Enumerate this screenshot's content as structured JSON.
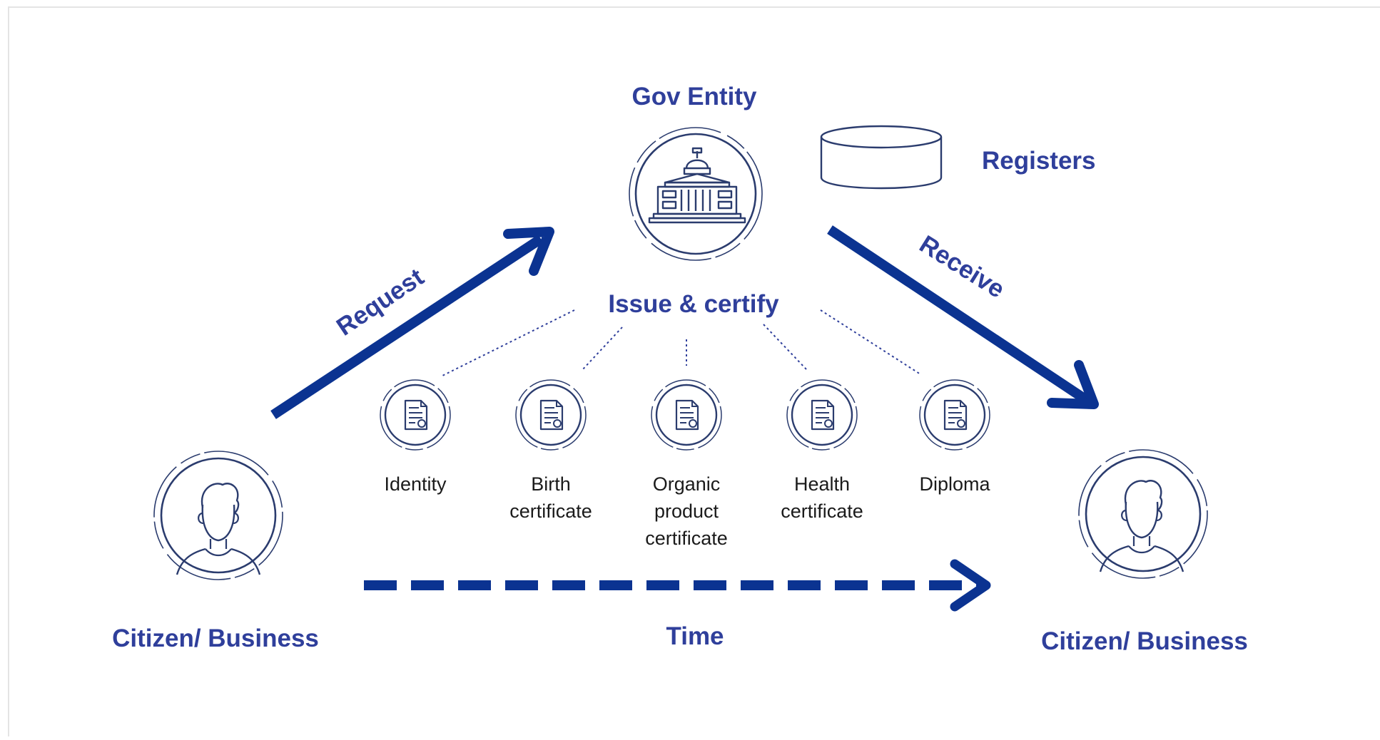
{
  "diagram": {
    "gov_entity": {
      "title": "Gov Entity",
      "icon": "government-building-icon"
    },
    "registers": {
      "label": "Registers",
      "icon": "database-cylinder-icon"
    },
    "issue_label": "Issue & certify",
    "request_label": "Request",
    "receive_label": "Receive",
    "time_label": "Time",
    "citizen_left": {
      "label": "Citizen/ Business",
      "icon": "person-avatar-icon"
    },
    "citizen_right": {
      "label": "Citizen/ Business",
      "icon": "person-avatar-icon"
    },
    "documents": [
      {
        "lines": [
          "Identity"
        ],
        "icon": "certificate-document-icon"
      },
      {
        "lines": [
          "Birth",
          "certificate"
        ],
        "icon": "certificate-document-icon"
      },
      {
        "lines": [
          "Organic",
          "product",
          "certificate"
        ],
        "icon": "certificate-document-icon"
      },
      {
        "lines": [
          "Health",
          "certificate"
        ],
        "icon": "certificate-document-icon"
      },
      {
        "lines": [
          "Diploma"
        ],
        "icon": "certificate-document-icon"
      }
    ],
    "colors": {
      "primary": "#0b3391",
      "label": "#2f3f9b",
      "icon_stroke": "#2b3c6e",
      "text": "#1b1b1b"
    }
  }
}
